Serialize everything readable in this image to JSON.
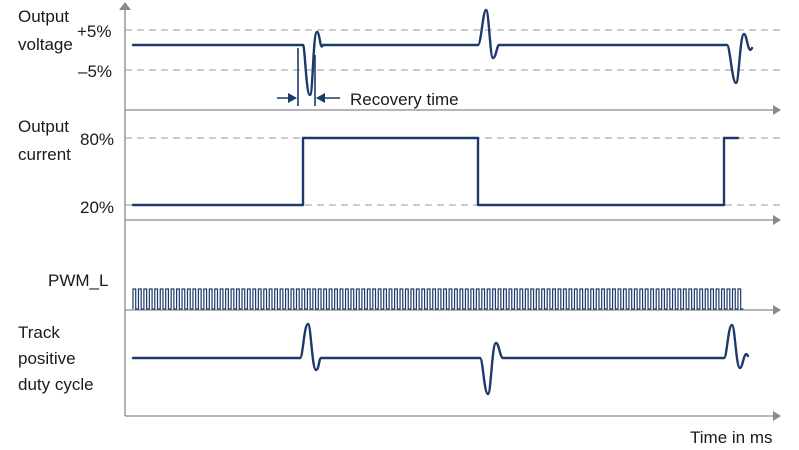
{
  "panels": {
    "voltage": {
      "label_line1": "Output",
      "label_line2": "voltage",
      "upper_ref": "+5%",
      "lower_ref": "–5%",
      "annotation": "Recovery time"
    },
    "current": {
      "label_line1": "Output",
      "label_line2": "current",
      "high_level": "80%",
      "low_level": "20%"
    },
    "pwm": {
      "label": "PWM_L"
    },
    "duty": {
      "label_line1": "Track",
      "label_line2": "positive",
      "label_line3": "duty cycle"
    }
  },
  "x_axis": {
    "label": "Time in ms"
  },
  "colors": {
    "signal": "#1c3a6b",
    "axis": "#8a8a8a",
    "reference": "#9a9a9a"
  }
}
